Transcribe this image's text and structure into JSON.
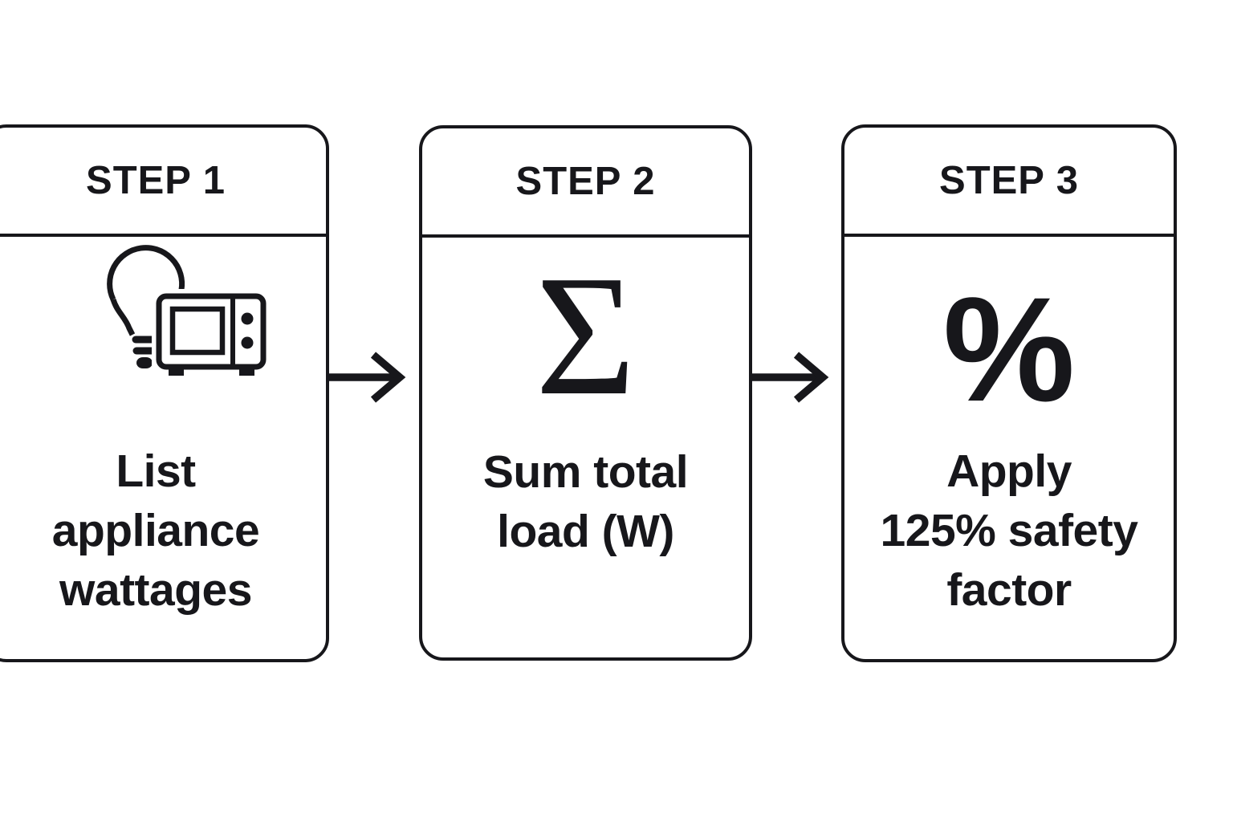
{
  "colors": {
    "background": "#ffffff",
    "ink": "#17171b"
  },
  "steps": [
    {
      "label": "STEP 1",
      "icon": "lightbulb-microwave-icon",
      "lines": [
        "List",
        "appliance",
        "wattages"
      ]
    },
    {
      "label": "STEP 2",
      "icon": "sigma-glyph",
      "glyph": "Σ",
      "lines": [
        "Sum total",
        "load (W)"
      ]
    },
    {
      "label": "STEP 3",
      "icon": "percent-glyph",
      "glyph": "%",
      "lines": [
        "Apply",
        "125% safety",
        "factor"
      ]
    }
  ],
  "arrows": {
    "count": 2,
    "direction": "right"
  }
}
